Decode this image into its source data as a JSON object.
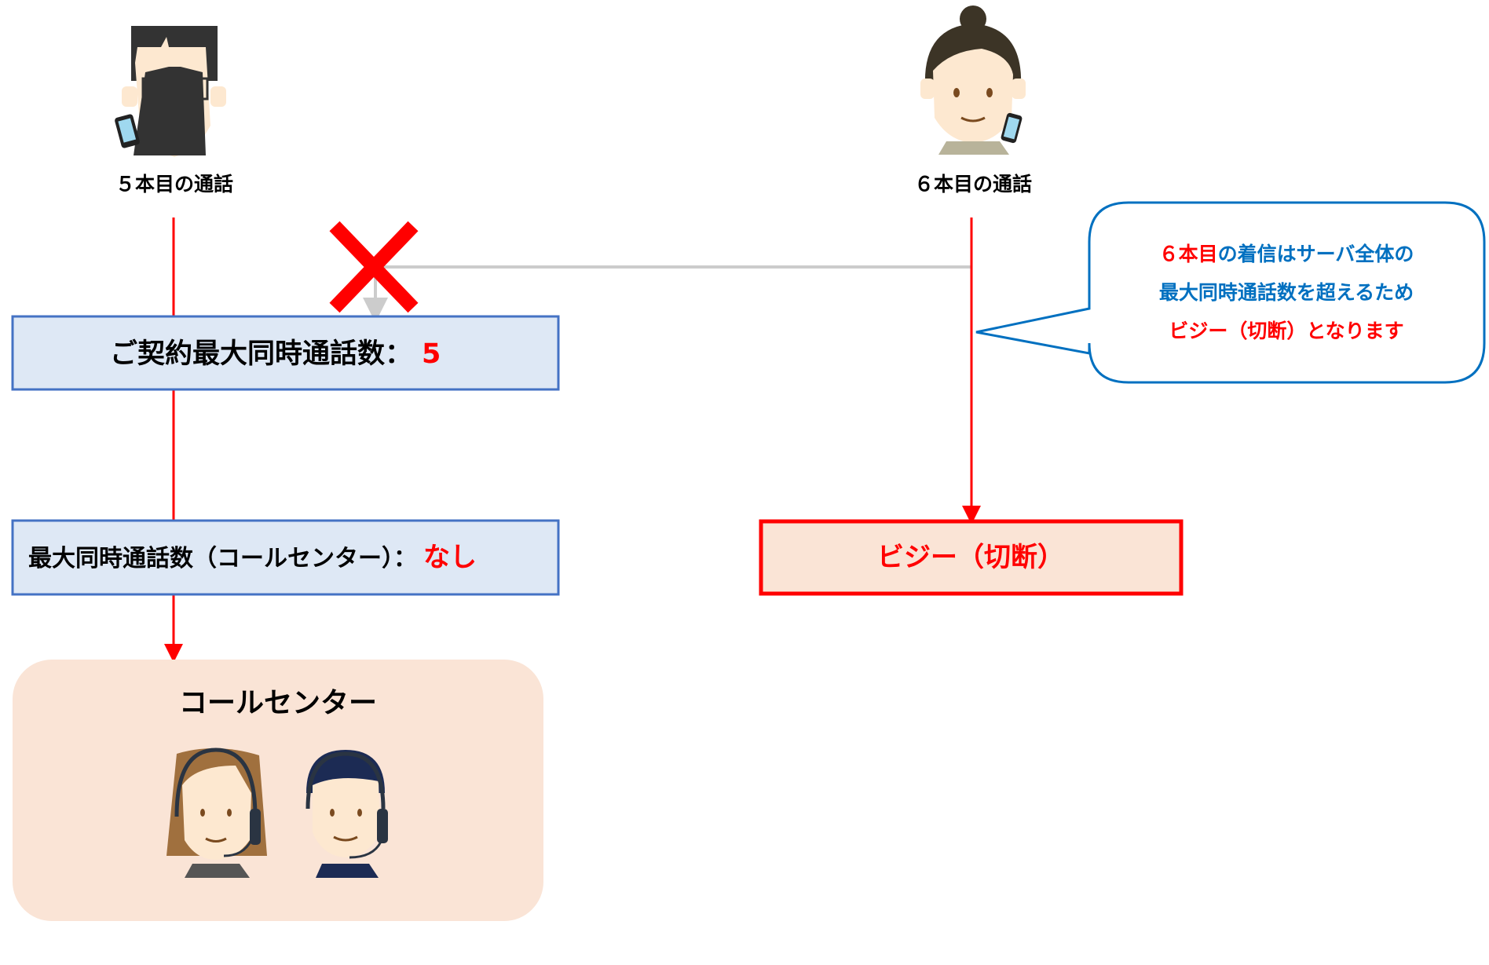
{
  "callers": {
    "caller5_label": "５本目の通話",
    "caller6_label": "６本目の通話"
  },
  "contract_box": {
    "label": "ご契約最大同時通話数：",
    "value": "5"
  },
  "callcenter_limit_box": {
    "label": "最大同時通話数（コールセンター）：",
    "value": "なし"
  },
  "busy_box": {
    "label": "ビジー（切断）"
  },
  "callcenter": {
    "title": "コールセンター"
  },
  "callout": {
    "line1_red": "６本目",
    "line1_blue": "の着信はサーバ全体の",
    "line2": "最大同時通話数を超えるため",
    "line3": "ビジー（切断）となります"
  },
  "colors": {
    "red": "#ff0000",
    "blue": "#0070c0",
    "box_fill": "#dee8f5",
    "box_border": "#4472c4",
    "peach": "#fae4d6"
  }
}
